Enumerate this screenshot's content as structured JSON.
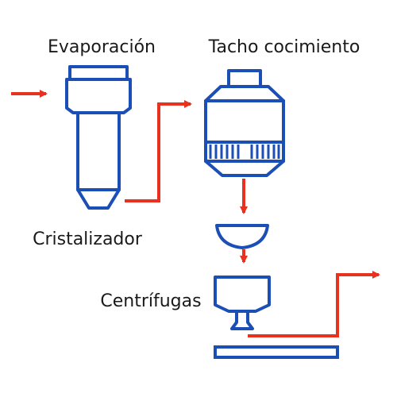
{
  "labels": {
    "evaporation": "Evaporación",
    "cooking_pan": "Tacho cocimiento",
    "crystallizer": "Cristalizador",
    "centrifuges": "Centrífugas"
  },
  "colors": {
    "equipment_outline": "#1c4fb5",
    "flow_arrow": "#e8311f",
    "label_text": "#1a1a1a",
    "background": "#ffffff"
  }
}
